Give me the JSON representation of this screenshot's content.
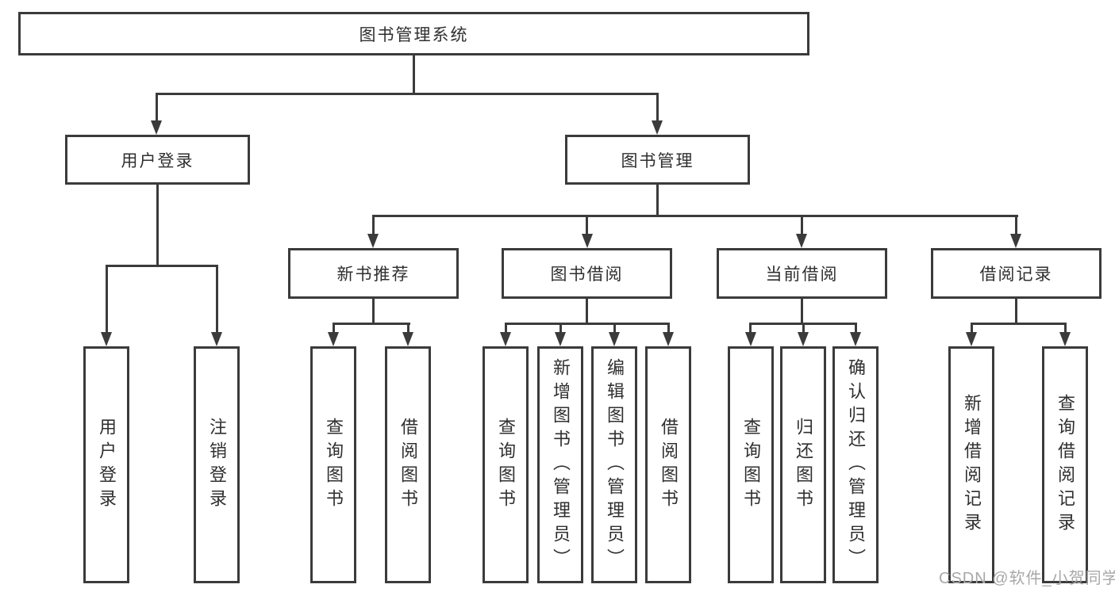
{
  "diagram": {
    "root": "图书管理系统",
    "branches": {
      "user_login": "用户登录",
      "book_mgmt": "图书管理"
    },
    "modules": {
      "new_book_rec": "新书推荐",
      "book_borrow": "图书借阅",
      "current_borrow": "当前借阅",
      "borrow_records": "借阅记录"
    },
    "leaves": {
      "login": "用户登录",
      "logout": "注销登录",
      "rec_query_book": "查询图书",
      "rec_borrow_book": "借阅图书",
      "bb_query_book": "查询图书",
      "bb_add_book": "新增图书（管理员）",
      "bb_edit_book": "编辑图书（管理员）",
      "bb_borrow_book": "借阅图书",
      "cb_query_book": "查询图书",
      "cb_return_book": "归还图书",
      "cb_confirm_return": "确认归还（管理员）",
      "br_add_record": "新增借阅记录",
      "br_query_record": "查询借阅记录"
    }
  },
  "watermark": "CSDN @软件_小贺同学",
  "colors": {
    "line": "#3b3b3b",
    "text": "#2f2f2f",
    "watermark": "#a8a8a8",
    "background": "#ffffff"
  }
}
